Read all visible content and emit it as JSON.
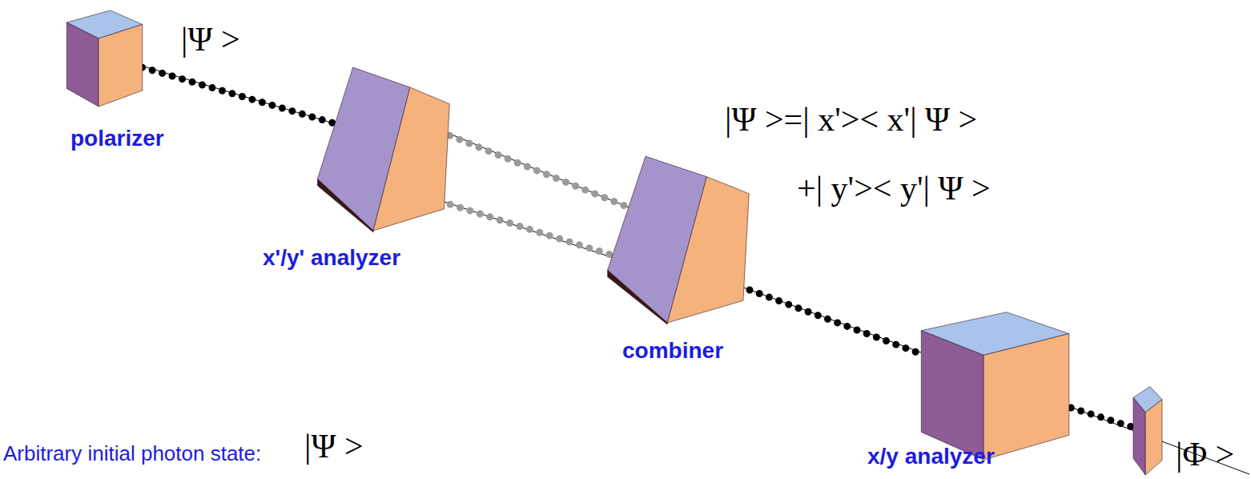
{
  "diagram": {
    "nodes": [
      {
        "text": [
          "polarizer"
        ]
      },
      {
        "text": [
          "x'/y' analyzer"
        ]
      },
      {
        "text": [
          "combiner"
        ]
      },
      {
        "text": [
          "x/y analyzer"
        ]
      },
      {
        "text": [
          "|Φ >"
        ]
      }
    ],
    "edges": [
      {
        "from": 0,
        "to": 1,
        "arrow": "none"
      },
      {
        "from": 1,
        "to": 2,
        "arrow": "none"
      },
      {
        "from": 1,
        "to": 2,
        "arrow": "none"
      },
      {
        "from": 2,
        "to": 3,
        "arrow": "none"
      },
      {
        "from": 3,
        "to": 4,
        "arrow": "none"
      }
    ],
    "labels": [
      "|Ψ >",
      "|Ψ >=| x'>< x'| Ψ >",
      "+| y'>< y'| Ψ >",
      "Arbitrary initial photon state:",
      "|Ψ >"
    ]
  }
}
